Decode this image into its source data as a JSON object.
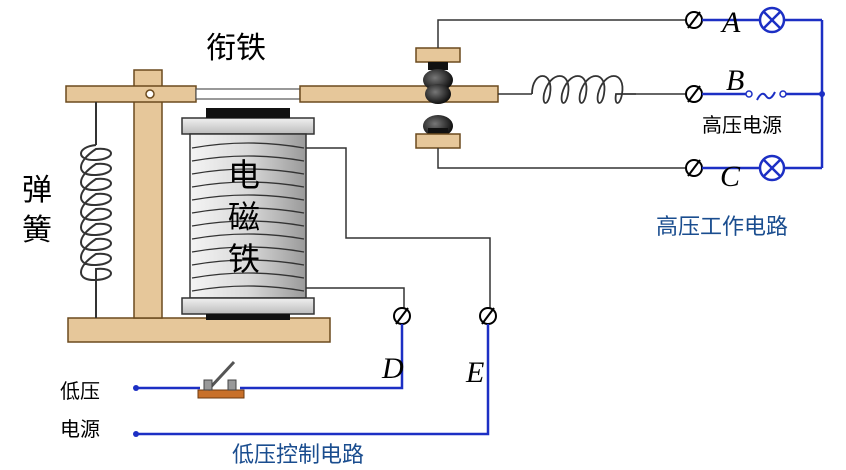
{
  "labels": {
    "armature": "衔铁",
    "spring_line1": "弹",
    "spring_line2": "簧",
    "electromagnet_1": "电",
    "electromagnet_2": "磁",
    "electromagnet_3": "铁",
    "high_voltage_source": "高压电源",
    "high_voltage_circuit": "高压工作电路",
    "low_voltage_source_1": "低压",
    "low_voltage_source_2": "电源",
    "low_voltage_circuit": "低压控制电路"
  },
  "terminals": {
    "A": "A",
    "B": "B",
    "C": "C",
    "D": "D",
    "E": "E"
  },
  "colors": {
    "wood": "#e6c79a",
    "wood_edge": "#6b4a1e",
    "wire_blue": "#1c2fc4",
    "lamp_blue": "#1c2fc4",
    "text_blue": "#1a4d8f",
    "switch_base": "#c8702a"
  }
}
